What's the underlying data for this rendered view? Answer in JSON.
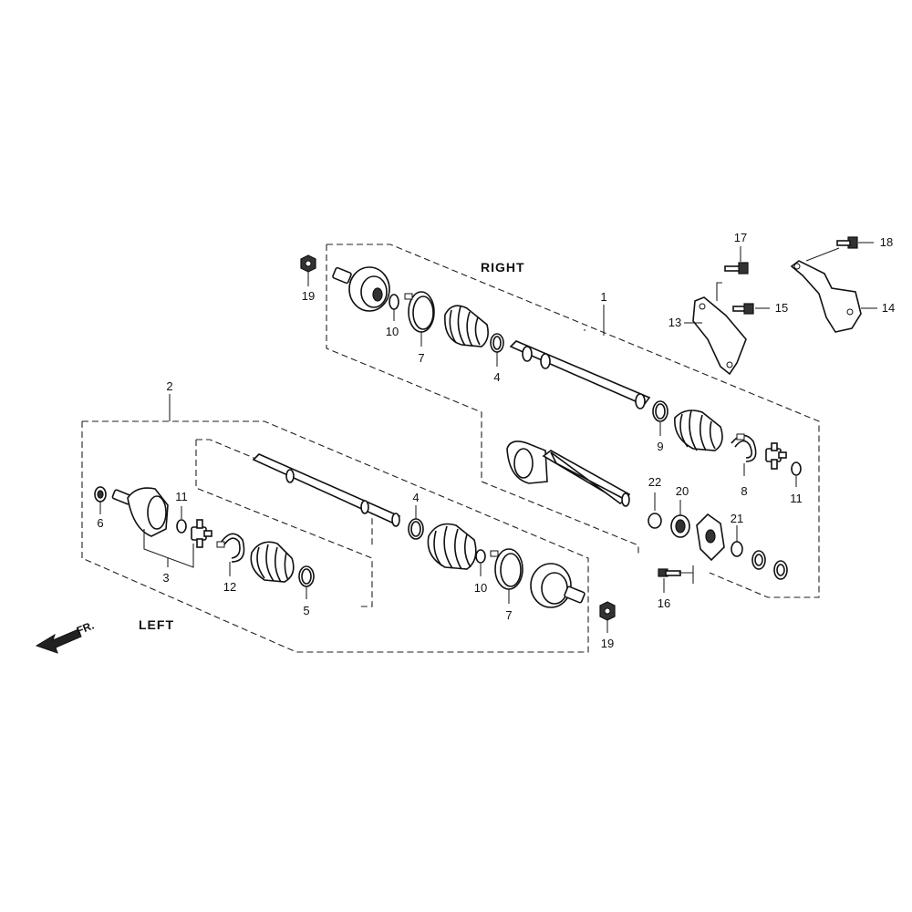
{
  "labels": {
    "right": "RIGHT",
    "left": "LEFT",
    "front_arrow": "FR."
  },
  "callouts": {
    "c1": "1",
    "c2": "2",
    "c3": "3",
    "c4a": "4",
    "c4b": "4",
    "c5": "5",
    "c6": "6",
    "c7a": "7",
    "c7b": "7",
    "c8": "8",
    "c9": "9",
    "c10a": "10",
    "c10b": "10",
    "c11a": "11",
    "c11b": "11",
    "c12": "12",
    "c13": "13",
    "c14": "14",
    "c15": "15",
    "c16": "16",
    "c17": "17",
    "c18": "18",
    "c19a": "19",
    "c19b": "19",
    "c20": "20",
    "c21": "21",
    "c22": "22"
  }
}
